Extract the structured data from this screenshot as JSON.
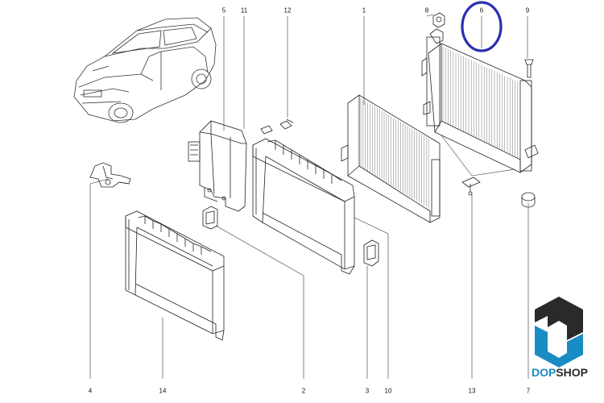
{
  "parts": [
    {
      "id": "p1",
      "number": "1"
    },
    {
      "id": "p2",
      "number": "2"
    },
    {
      "id": "p3",
      "number": "3"
    },
    {
      "id": "p4",
      "number": "4"
    },
    {
      "id": "p5",
      "number": "5"
    },
    {
      "id": "p6",
      "number": "6"
    },
    {
      "id": "p7",
      "number": "7"
    },
    {
      "id": "p8",
      "number": "8"
    },
    {
      "id": "p9",
      "number": "9"
    },
    {
      "id": "p10",
      "number": "10"
    },
    {
      "id": "p11",
      "number": "11"
    },
    {
      "id": "p12",
      "number": "12"
    },
    {
      "id": "p13",
      "number": "13"
    },
    {
      "id": "p14",
      "number": "14"
    }
  ],
  "highlight": {
    "part": "6",
    "color": "#2a2fb0"
  },
  "brand": {
    "part1": "DOP",
    "part2": "SHOP",
    "color_primary": "#1a8cc4",
    "color_secondary": "#2a2a2a"
  }
}
